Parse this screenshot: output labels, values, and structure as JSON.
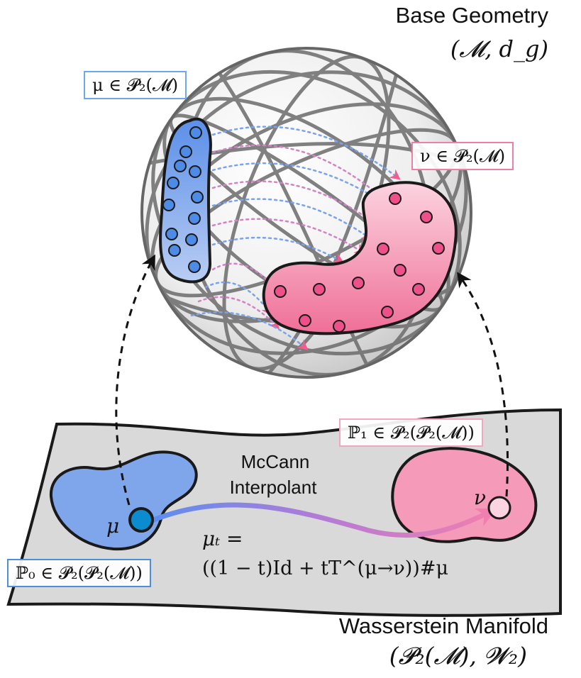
{
  "base_geometry": {
    "title": "Base Geometry",
    "notation": "(𝓜, d_g)"
  },
  "mu_label": "μ ∈ 𝓟₂(𝓜)",
  "nu_label": "ν ∈ 𝓟₂(𝓜)",
  "p1_label": "ℙ₁ ∈ 𝓟₂(𝓟₂(𝓜))",
  "p0_label": "ℙ₀ ∈ 𝓟₂(𝓟₂(𝓜))",
  "mccann": {
    "line1": "McCann",
    "line2": "Interpolant"
  },
  "mu_point": "μ",
  "nu_point": "ν",
  "formula": {
    "line1": "μₜ =",
    "line2": "((1 − t)Id + tT^(μ→ν))#μ"
  },
  "wasserstein": {
    "title": "Wasserstein Manifold",
    "notation": "(𝓟₂(𝓜), 𝓦₂)"
  },
  "colors": {
    "blue": "#3a7be0",
    "blue_fill": "#7fa6ea",
    "pink": "#ee5f8f",
    "pink_fill": "#f59ab8",
    "outline": "#1a1a1a"
  }
}
